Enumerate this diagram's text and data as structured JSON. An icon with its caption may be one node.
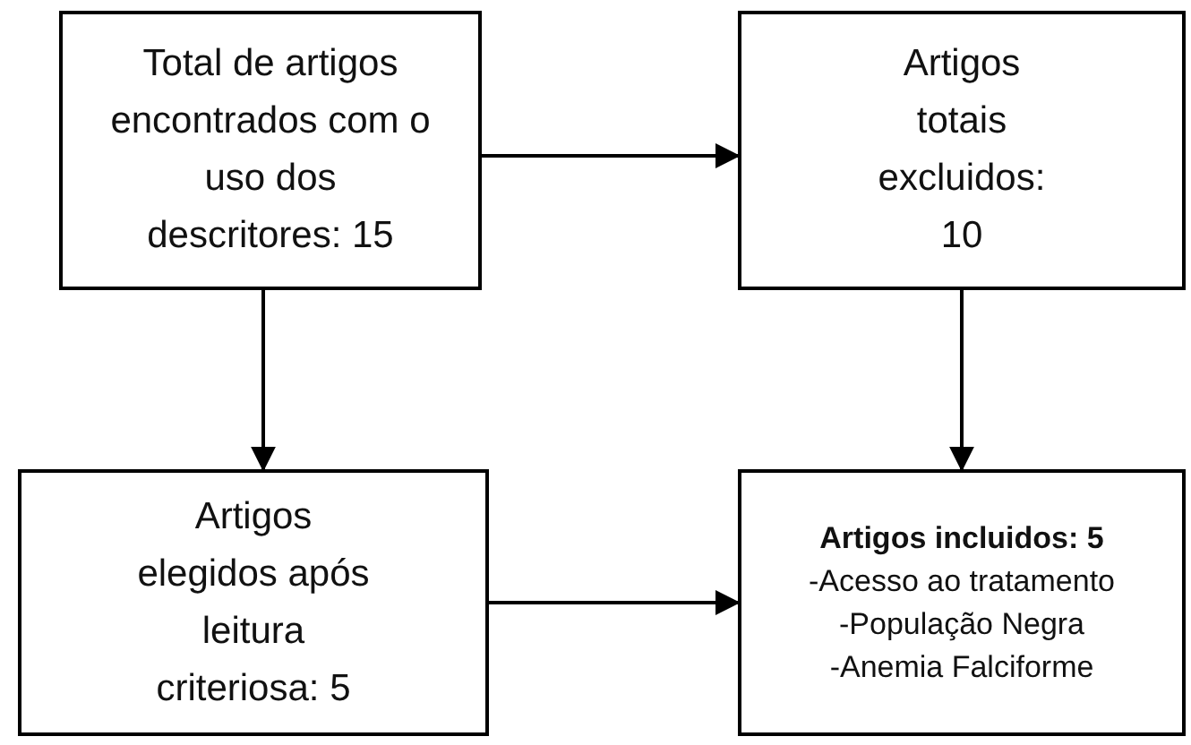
{
  "diagram": {
    "nodes": [
      {
        "text": [
          "Total de artigos encontrados com o uso dos descritores: 15"
        ]
      },
      {
        "text": [
          "Artigos totais excluidos: 10"
        ]
      },
      {
        "text": [
          "Artigos elegidos após leitura criteriosa: 5"
        ]
      },
      {
        "text": [
          "Artigos incluidos: 5",
          "-Acesso ao tratamento",
          "-População Negra",
          "-Anemia Falciforme"
        ]
      }
    ],
    "edges": [
      {
        "from": 0,
        "to": 1,
        "arrow": "to"
      },
      {
        "from": 0,
        "to": 2,
        "arrow": "to"
      },
      {
        "from": 1,
        "to": 3,
        "arrow": "to"
      },
      {
        "from": 2,
        "to": 3,
        "arrow": "to"
      }
    ]
  }
}
